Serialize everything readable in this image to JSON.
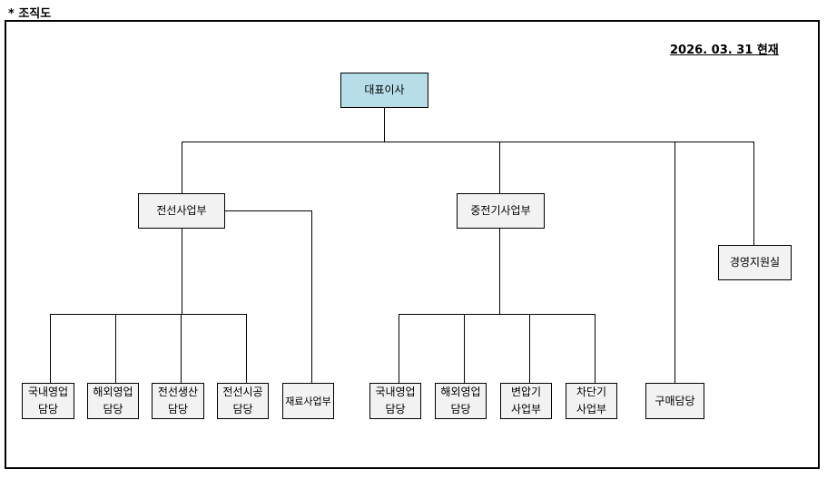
{
  "header": {
    "title": "* 조직도",
    "date": "2026. 03. 31 현재"
  },
  "org": {
    "ceo": "대표이사",
    "wire_division": "전선사업부",
    "heavy_division": "중전기사업부",
    "management_support": "경영지원실",
    "purchasing": "구매담당",
    "wire_units": [
      "국내영업\n담당",
      "해외영업\n담당",
      "전선생산\n담당",
      "전선시공\n담당"
    ],
    "materials": "재료사업부",
    "heavy_units": [
      "국내영업\n담당",
      "해외영업\n담당",
      "변압기\n사업부",
      "차단기\n사업부"
    ]
  },
  "colors": {
    "ceo_fill": "#b7dde8",
    "box_fill": "#f2f2f2",
    "line": "#000000"
  }
}
